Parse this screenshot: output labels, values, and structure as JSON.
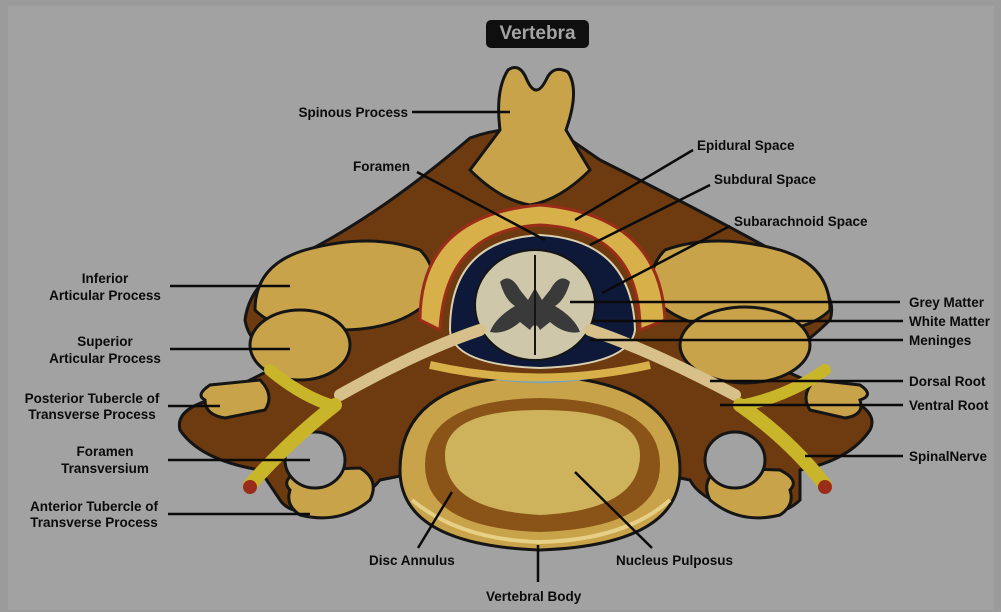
{
  "title": "Vertebra",
  "labels_left": {
    "spinous_process": "Spinous Process",
    "foramen": "Foramen",
    "inferior_articular_1": "Inferior",
    "inferior_articular_2": "Articular Process",
    "superior_articular_1": "Superior",
    "superior_articular_2": "Articular Process",
    "posterior_tubercle_1": "Posterior Tubercle of",
    "posterior_tubercle_2": "Transverse Process",
    "foramen_transversium_1": "Foramen",
    "foramen_transversium_2": "Transversium",
    "anterior_tubercle_1": "Anterior Tubercle of",
    "anterior_tubercle_2": "Transverse Process"
  },
  "labels_right": {
    "epidural_space": "Epidural Space",
    "subdural_space": "Subdural Space",
    "subarachnoid_space": "Subarachnoid Space",
    "grey_matter": "Grey Matter",
    "white_matter": "White Matter",
    "meninges": "Meninges",
    "dorsal_root": "Dorsal Root",
    "ventral_root": "Ventral Root",
    "spinal_nerve": "SpinalNerve"
  },
  "labels_bottom": {
    "disc_annulus": "Disc Annulus",
    "nucleus_pulposus": "Nucleus Pulposus",
    "vertebral_body": "Vertebral Body"
  },
  "colors": {
    "bone": "#c9a34a",
    "bone_dark": "#6e3a10",
    "outline": "#151515",
    "background": "#a2a2a2",
    "nerve": "#c9b52a",
    "cord_dark": "#0e1838",
    "grey_matter": "#3a3a3a",
    "white_matter": "#cfc7aa",
    "fat_red": "#9a2c1a"
  }
}
